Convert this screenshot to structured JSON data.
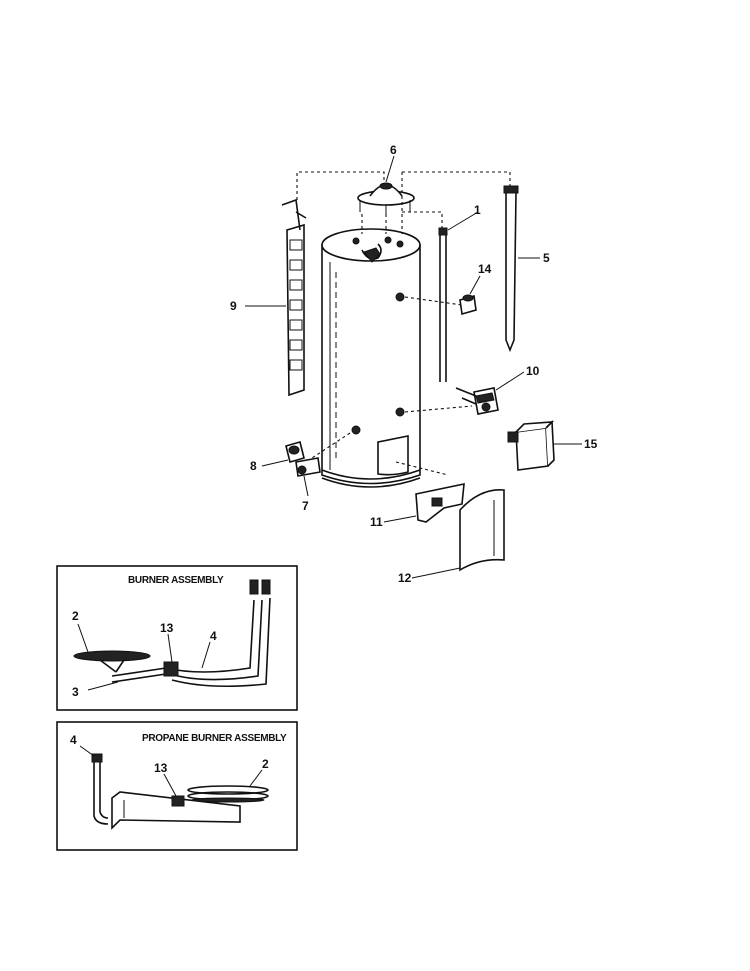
{
  "callouts": {
    "c1": "1",
    "c2": "2",
    "c3": "3",
    "c4": "4",
    "c5": "5",
    "c6": "6",
    "c7": "7",
    "c8": "8",
    "c9": "9",
    "c10": "10",
    "c11": "11",
    "c12": "12",
    "c13": "13",
    "c14": "14",
    "c15": "15"
  },
  "burner_assembly": {
    "title": "BURNER ASSEMBLY",
    "callouts": {
      "c2": "2",
      "c3": "3",
      "c13": "13",
      "c4": "4"
    }
  },
  "propane_burner_assembly": {
    "title": "PROPANE BURNER ASSEMBLY",
    "callouts": {
      "c4": "4",
      "c13": "13",
      "c2": "2"
    }
  }
}
